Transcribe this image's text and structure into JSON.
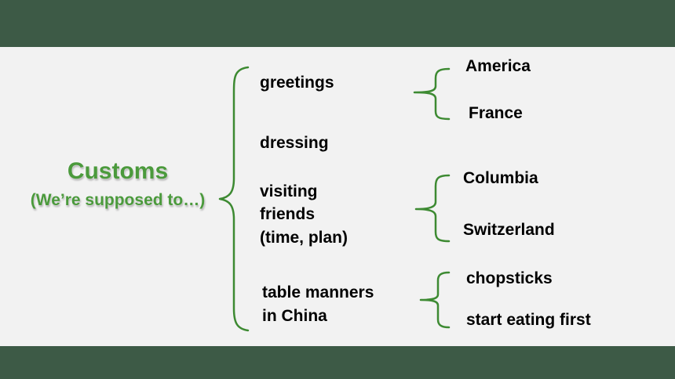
{
  "root": {
    "title": "Customs",
    "subtitle": "(We’re supposed to…)"
  },
  "categories": [
    {
      "label": "greetings",
      "examples": [
        "America",
        "France"
      ]
    },
    {
      "label": "dressing",
      "examples": []
    },
    {
      "label_lines": [
        "visiting",
        "friends",
        "(time, plan)"
      ],
      "examples": [
        "Columbia",
        "Switzerland"
      ]
    },
    {
      "label_lines": [
        "table manners",
        "in China"
      ],
      "examples": [
        "chopsticks",
        "start eating first"
      ]
    }
  ],
  "colors": {
    "band": "#3d5a46",
    "background": "#f2f2f2",
    "accent_green": "#4b9a3c",
    "brace_green": "#3d8a32",
    "text": "#000000"
  }
}
